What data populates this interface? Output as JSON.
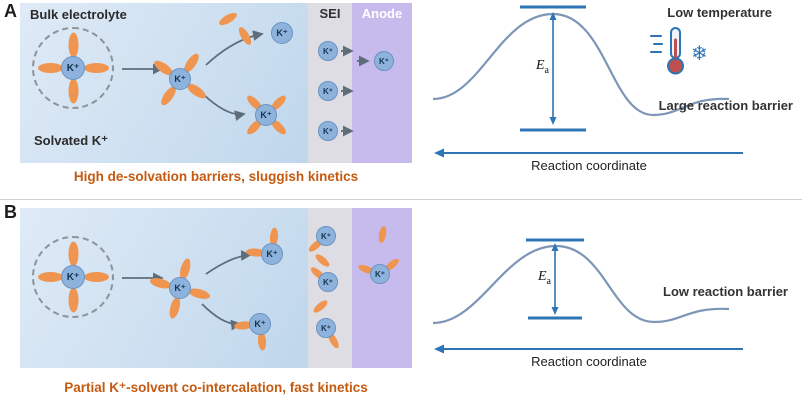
{
  "ion_label": "K⁺",
  "icons": {
    "snowflake": "❄"
  },
  "panels": [
    {
      "label": "A",
      "box": {
        "bulk_label": "Bulk electrolyte",
        "sei_label": "SEI",
        "anode_label": "Anode",
        "solvated_label": "Solvated K⁺"
      },
      "caption": "High de-solvation barriers, sluggish kinetics",
      "energy": {
        "ea_symbol": "E",
        "ea_subscript": "a",
        "temperature_label": "Low temperature",
        "barrier_label": "Large reaction barrier",
        "axis_label": "Reaction coordinate"
      }
    },
    {
      "label": "B",
      "caption": "Partial K⁺-solvent co-intercalation, fast kinetics",
      "energy": {
        "ea_symbol": "E",
        "ea_subscript": "a",
        "barrier_label": "Low reaction barrier",
        "axis_label": "Reaction coordinate"
      }
    }
  ],
  "colors": {
    "caption_text": "#c55a11",
    "solvent_petal": "#f0954f",
    "ion_fill": "#8db3dc",
    "energy_curve": "#7d96b8",
    "accent_blue": "#2e75b6",
    "sei_fill": "#dddde3",
    "anode_fill": "#c7baec"
  }
}
